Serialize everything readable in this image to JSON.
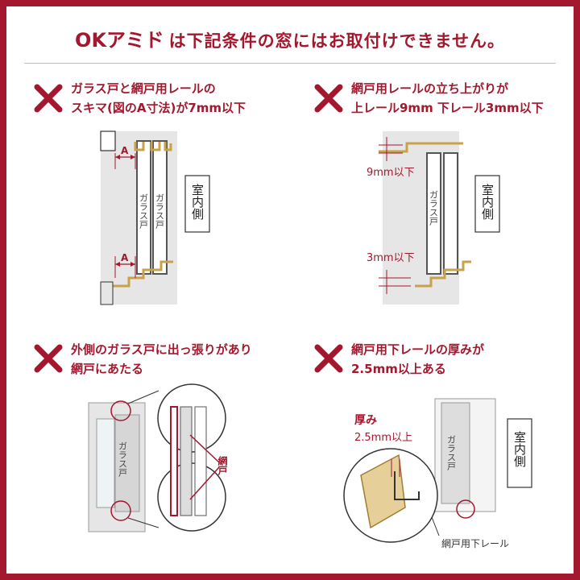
{
  "header": {
    "brand": "OKアミド",
    "title": "は下記条件の窓にはお取付けできません。"
  },
  "panels": [
    {
      "caption": [
        "ガラス戸と網戸用レールの",
        "スキマ(図のA寸法)が7mm以下"
      ],
      "labels": {
        "a": "A",
        "glass": "ガラス戸",
        "interior": "室内側"
      }
    },
    {
      "caption": [
        "網戸用レールの立ち上がりが",
        "上レール9mm 下レール3mm以下"
      ],
      "labels": {
        "top": "9mm以下",
        "bottom": "3mm以下",
        "glass": "ガラス戸",
        "interior": "室内側"
      }
    },
    {
      "caption": [
        "外側のガラス戸に出っ張りがあり",
        "網戸にあたる"
      ],
      "labels": {
        "glass": "ガラス戸",
        "screen": "網戸"
      }
    },
    {
      "caption": [
        "網戸用下レールの厚みが",
        "2.5mm以上ある"
      ],
      "labels": {
        "thick_a": "厚み",
        "thick_b": "2.5mm以上",
        "glass": "ガラス戸",
        "interior": "室内側",
        "rail": "網戸用下レール"
      }
    }
  ],
  "colors": {
    "accent": "#a3182e",
    "gold": "#c8a24a",
    "gray": "#e6e6e6",
    "line": "#333333"
  }
}
